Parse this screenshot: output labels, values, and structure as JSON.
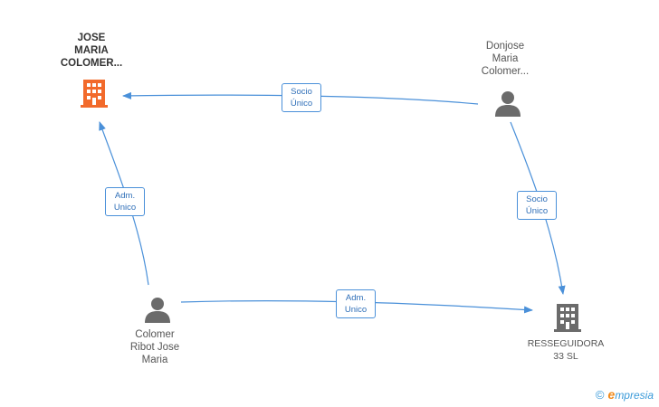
{
  "nodes": {
    "jose_maria": {
      "lines": [
        "JOSE",
        "MARIA",
        "COLOMER..."
      ],
      "type": "company",
      "color": "#f26a2b"
    },
    "donjose": {
      "lines": [
        "Donjose",
        "Maria",
        "Colomer..."
      ],
      "type": "person",
      "color": "#6b6b6b"
    },
    "colomer_ribot": {
      "lines": [
        "Colomer",
        "Ribot Jose",
        "Maria"
      ],
      "type": "person",
      "color": "#6b6b6b"
    },
    "resseguidora": {
      "lines": [
        "RESSEGUIDORA",
        "33 SL"
      ],
      "type": "company",
      "color": "#6b6b6b"
    }
  },
  "edges": {
    "donjose_to_jose": {
      "lines": [
        "Socio",
        "Único"
      ]
    },
    "donjose_to_resseguidora": {
      "lines": [
        "Socio",
        "Único"
      ]
    },
    "colomer_to_jose": {
      "lines": [
        "Adm.",
        "Unico"
      ]
    },
    "colomer_to_resseguidora": {
      "lines": [
        "Adm.",
        "Unico"
      ]
    }
  },
  "colors": {
    "edge": "#4a90d9",
    "edge_text": "#2f6fb8"
  },
  "brand": {
    "copyright": "©",
    "initial": "e",
    "name": "mpresia"
  }
}
